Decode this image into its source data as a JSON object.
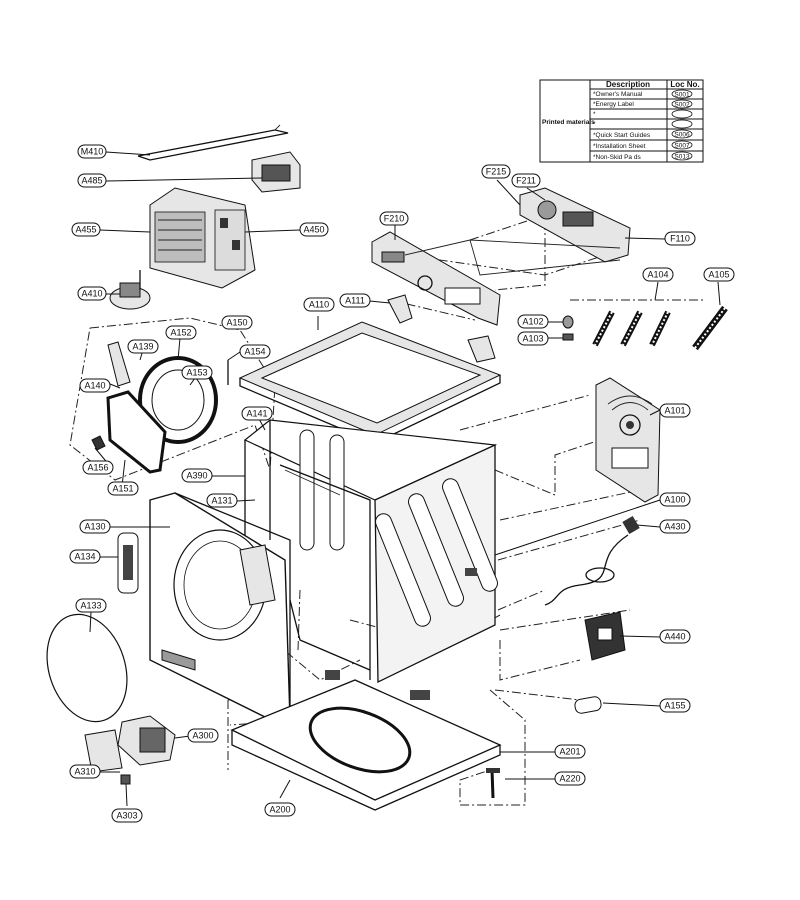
{
  "materials_table": {
    "headers": {
      "description": "Description",
      "loc": "Loc No."
    },
    "group_label": "Printed materials",
    "rows": [
      {
        "description": "*Owner's Manual",
        "loc": "S001"
      },
      {
        "description": "*Energy Label",
        "loc": "S002"
      },
      {
        "description": "*",
        "loc": ""
      },
      {
        "description": "*",
        "loc": ""
      },
      {
        "description": "*Quick Start Guides",
        "loc": "S006"
      },
      {
        "description": "*Installation Sheet",
        "loc": "S007"
      },
      {
        "description": "*Non-Skid Pa  ds",
        "loc": "S013"
      }
    ]
  },
  "callouts": {
    "M410": "M410",
    "A485": "A485",
    "A455": "A455",
    "A450": "A450",
    "A410": "A410",
    "F215": "F215",
    "F211": "F211",
    "F210": "F210",
    "F110": "F110",
    "A104": "A104",
    "A105": "A105",
    "A102": "A102",
    "A103": "A103",
    "A110": "A110",
    "A111": "A111",
    "A150": "A150",
    "A152": "A152",
    "A139": "A139",
    "A153": "A153",
    "A154": "A154",
    "A140": "A140",
    "A141": "A141",
    "A101": "A101",
    "A156": "A156",
    "A151": "A151",
    "A390": "A390",
    "A131": "A131",
    "A100": "A100",
    "A130": "A130",
    "A430": "A430",
    "A134": "A134",
    "A133": "A133",
    "A440": "A440",
    "A155": "A155",
    "A300": "A300",
    "A201": "A201",
    "A310": "A310",
    "A220": "A220",
    "A200": "A200",
    "A303": "A303"
  }
}
